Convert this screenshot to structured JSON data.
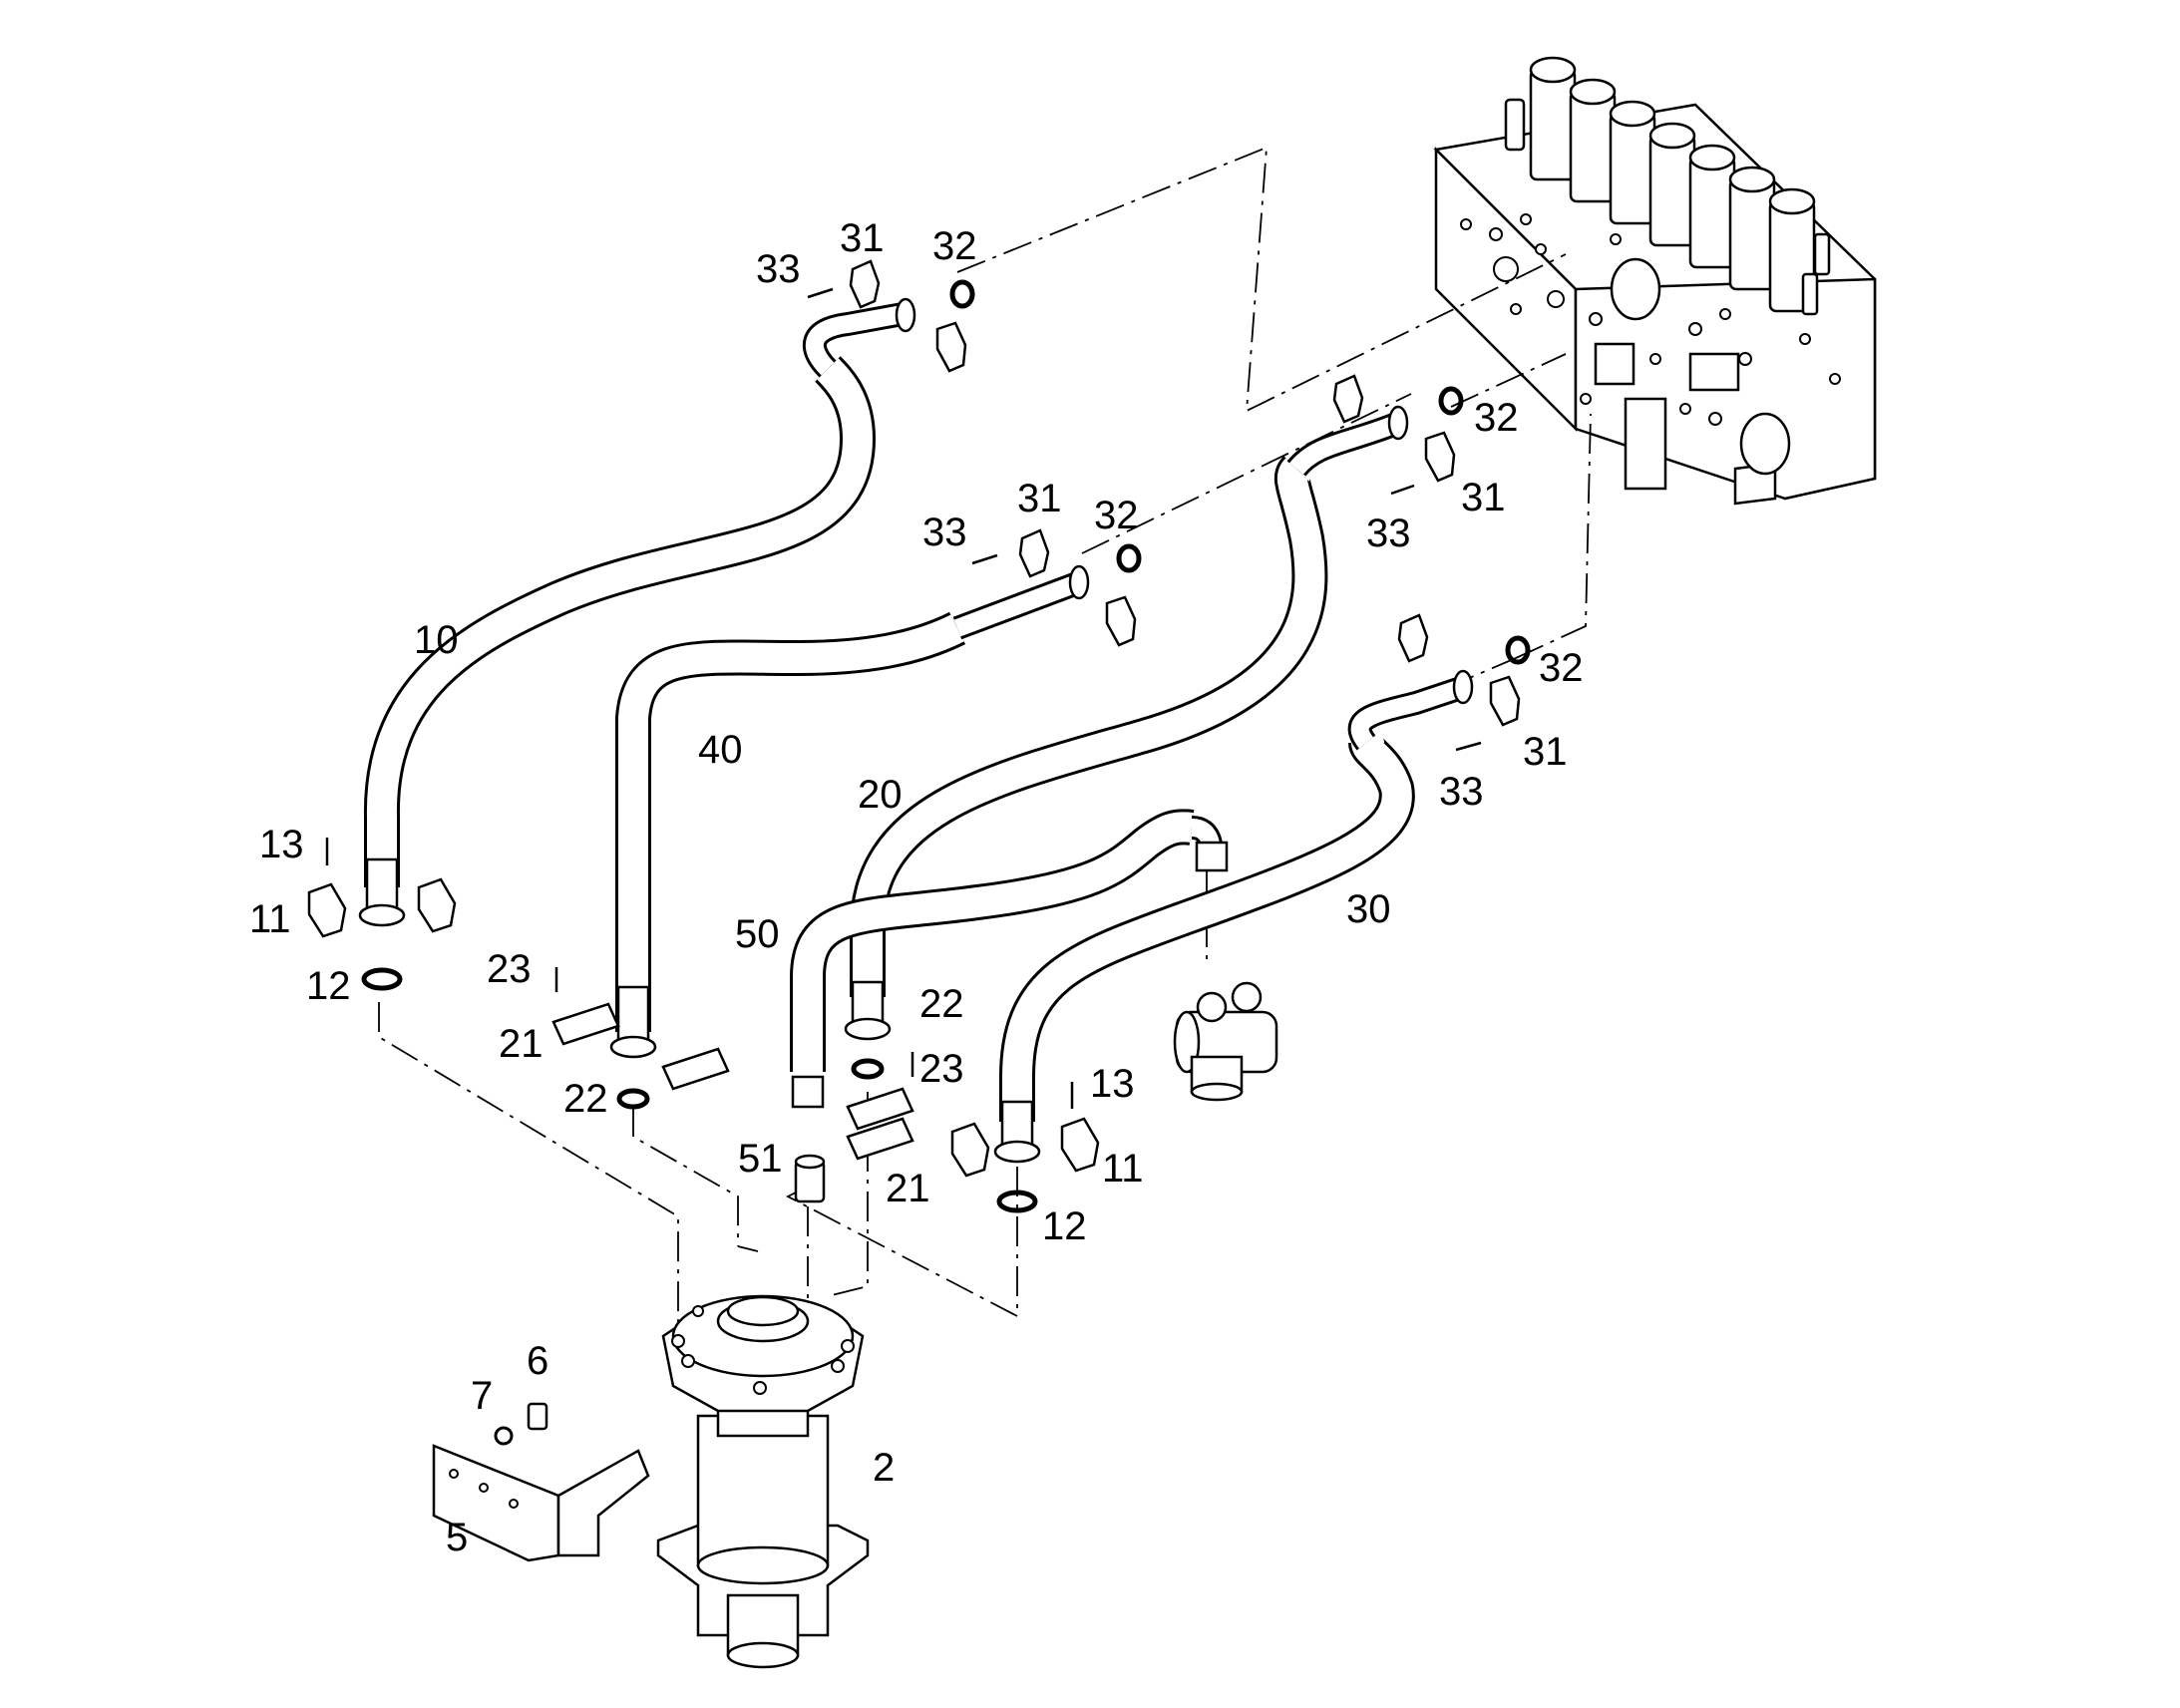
{
  "diagram": {
    "callouts": {
      "c_2": "2",
      "c_5": "5",
      "c_6": "6",
      "c_7": "7",
      "c_10": "10",
      "c_11a": "11",
      "c_11b": "11",
      "c_12a": "12",
      "c_12b": "12",
      "c_13a": "13",
      "c_13b": "13",
      "c_20": "20",
      "c_21a": "21",
      "c_21b": "21",
      "c_22a": "22",
      "c_22b": "22",
      "c_23a": "23",
      "c_23b": "23",
      "c_30": "30",
      "c_31a": "31",
      "c_31b": "31",
      "c_31c": "31",
      "c_31d": "31",
      "c_32a": "32",
      "c_32b": "32",
      "c_32c": "32",
      "c_32d": "32",
      "c_33a": "33",
      "c_33b": "33",
      "c_33c": "33",
      "c_33d": "33",
      "c_40": "40",
      "c_50": "50",
      "c_51": "51"
    },
    "colors": {
      "line": "#000000",
      "background": "#ffffff"
    }
  }
}
